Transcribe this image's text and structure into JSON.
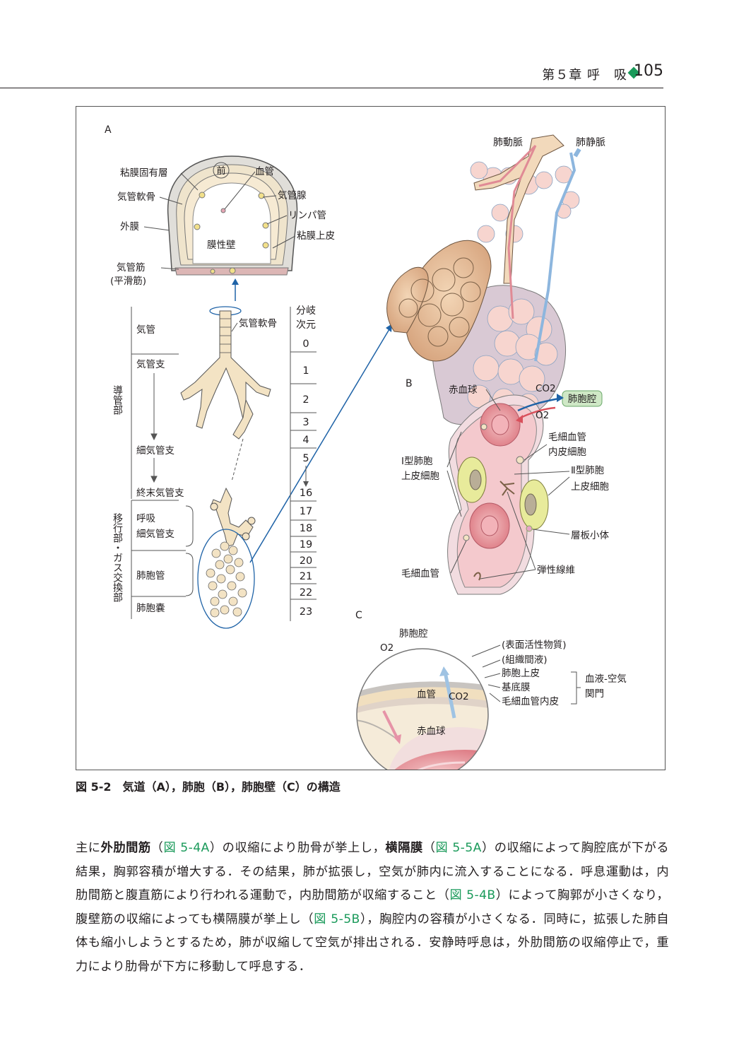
{
  "header": {
    "chapter": "第５章 呼　吸",
    "page_number": "105",
    "accent_color": "#1a9a5a"
  },
  "figure": {
    "panel_a": {
      "letter": "A",
      "cross_section": {
        "front_label": "前",
        "labels": [
          "粘膜固有層",
          "血管",
          "気管腺",
          "気管軟骨",
          "リンパ管",
          "外膜",
          "粘膜上皮",
          "膜性壁",
          "気管筋",
          "(平滑筋)"
        ]
      },
      "tree_label": "気管軟骨",
      "regions": [
        "気管",
        "気管支",
        "細気管支",
        "終末気管支",
        "呼吸",
        "細気管支",
        "肺胞管",
        "肺胞嚢"
      ],
      "zones": [
        "導管部",
        "移行部・ガス交換部"
      ],
      "branch_header": [
        "分岐",
        "次元"
      ],
      "branch_numbers": [
        "0",
        "1",
        "2",
        "3",
        "4",
        "5",
        "16",
        "17",
        "18",
        "19",
        "20",
        "21",
        "22",
        "23"
      ]
    },
    "alveoli": {
      "labels": [
        "肺動脈",
        "肺静脈"
      ]
    },
    "panel_b": {
      "letter": "B",
      "labels": [
        "赤血球",
        "CO2",
        "O2",
        "肺胞腔",
        "毛細血管",
        "内皮細胞",
        "Ⅰ型肺胞",
        "上皮細胞",
        "Ⅱ型肺胞",
        "上皮細胞",
        "層板小体",
        "毛細血管",
        "弾性線維"
      ]
    },
    "panel_c": {
      "letter": "C",
      "labels": [
        "肺胞腔",
        "O2",
        "血管",
        "CO2",
        "赤血球",
        "(表面活性物質)",
        "(組織間液)",
        "肺胞上皮",
        "基底膜",
        "毛細血管内皮",
        "血液-空気",
        "関門"
      ]
    },
    "caption": "図 5-2　気道（A），肺胞（B），肺胞壁（C）の構造"
  },
  "body": {
    "segments": [
      {
        "t": "主に"
      },
      {
        "t": "外肋間筋",
        "b": true
      },
      {
        "t": "（"
      },
      {
        "t": "図 5-4A",
        "r": true
      },
      {
        "t": "）の収縮により肋骨が挙上し，"
      },
      {
        "t": "横隔膜",
        "b": true
      },
      {
        "t": "（"
      },
      {
        "t": "図 5-5A",
        "r": true
      },
      {
        "t": "）の収縮によって胸腔底が下がる結果，胸郭容積が増大する．その結果，肺が拡張し，空気が肺内に流入することになる．呼息運動は，内肋間筋と腹直筋により行われる運動で，内肋間筋が収縮すること（"
      },
      {
        "t": "図 5-4B",
        "r": true
      },
      {
        "t": "）によって胸郭が小さくなり，腹壁筋の収縮によっても横隔膜が挙上し（"
      },
      {
        "t": "図 5-5B",
        "r": true
      },
      {
        "t": "），胸腔内の容積が小さくなる．同時に，拡張した肺自体も縮小しようとするため，肺が収縮して空気が排出される．安静時呼息は，外肋間筋の収縮停止で，重力により肋骨が下方に移動して呼息する．"
      }
    ]
  }
}
